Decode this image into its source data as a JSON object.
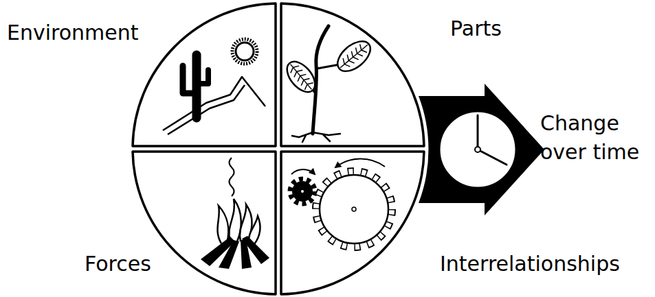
{
  "diagram": {
    "nodes": [
      {
        "text": [
          "Environment"
        ]
      },
      {
        "text": [
          "Parts"
        ]
      },
      {
        "text": [
          "Forces"
        ]
      },
      {
        "text": [
          "Interrelationships"
        ]
      },
      {
        "text": [
          "Change over time"
        ]
      }
    ]
  }
}
